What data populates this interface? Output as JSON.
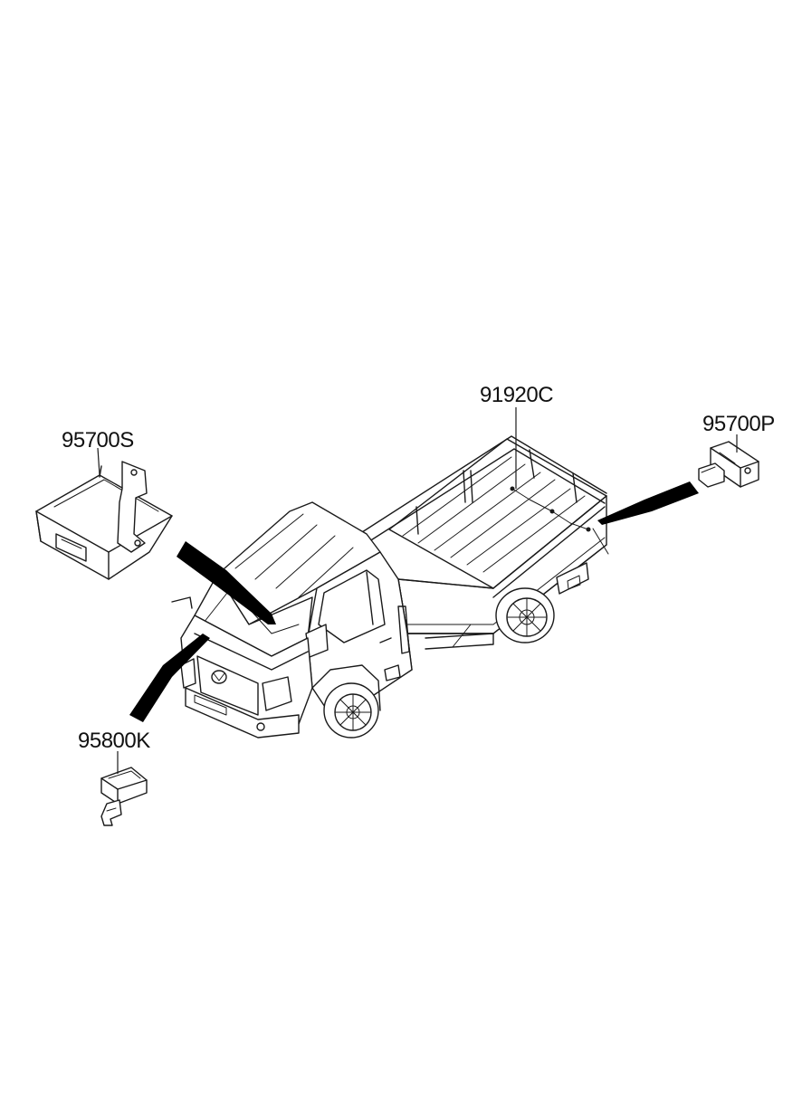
{
  "diagram": {
    "part_labels": {
      "p1": "95700S",
      "p2": "91920C",
      "p3": "95700P",
      "p4": "95800K"
    }
  }
}
